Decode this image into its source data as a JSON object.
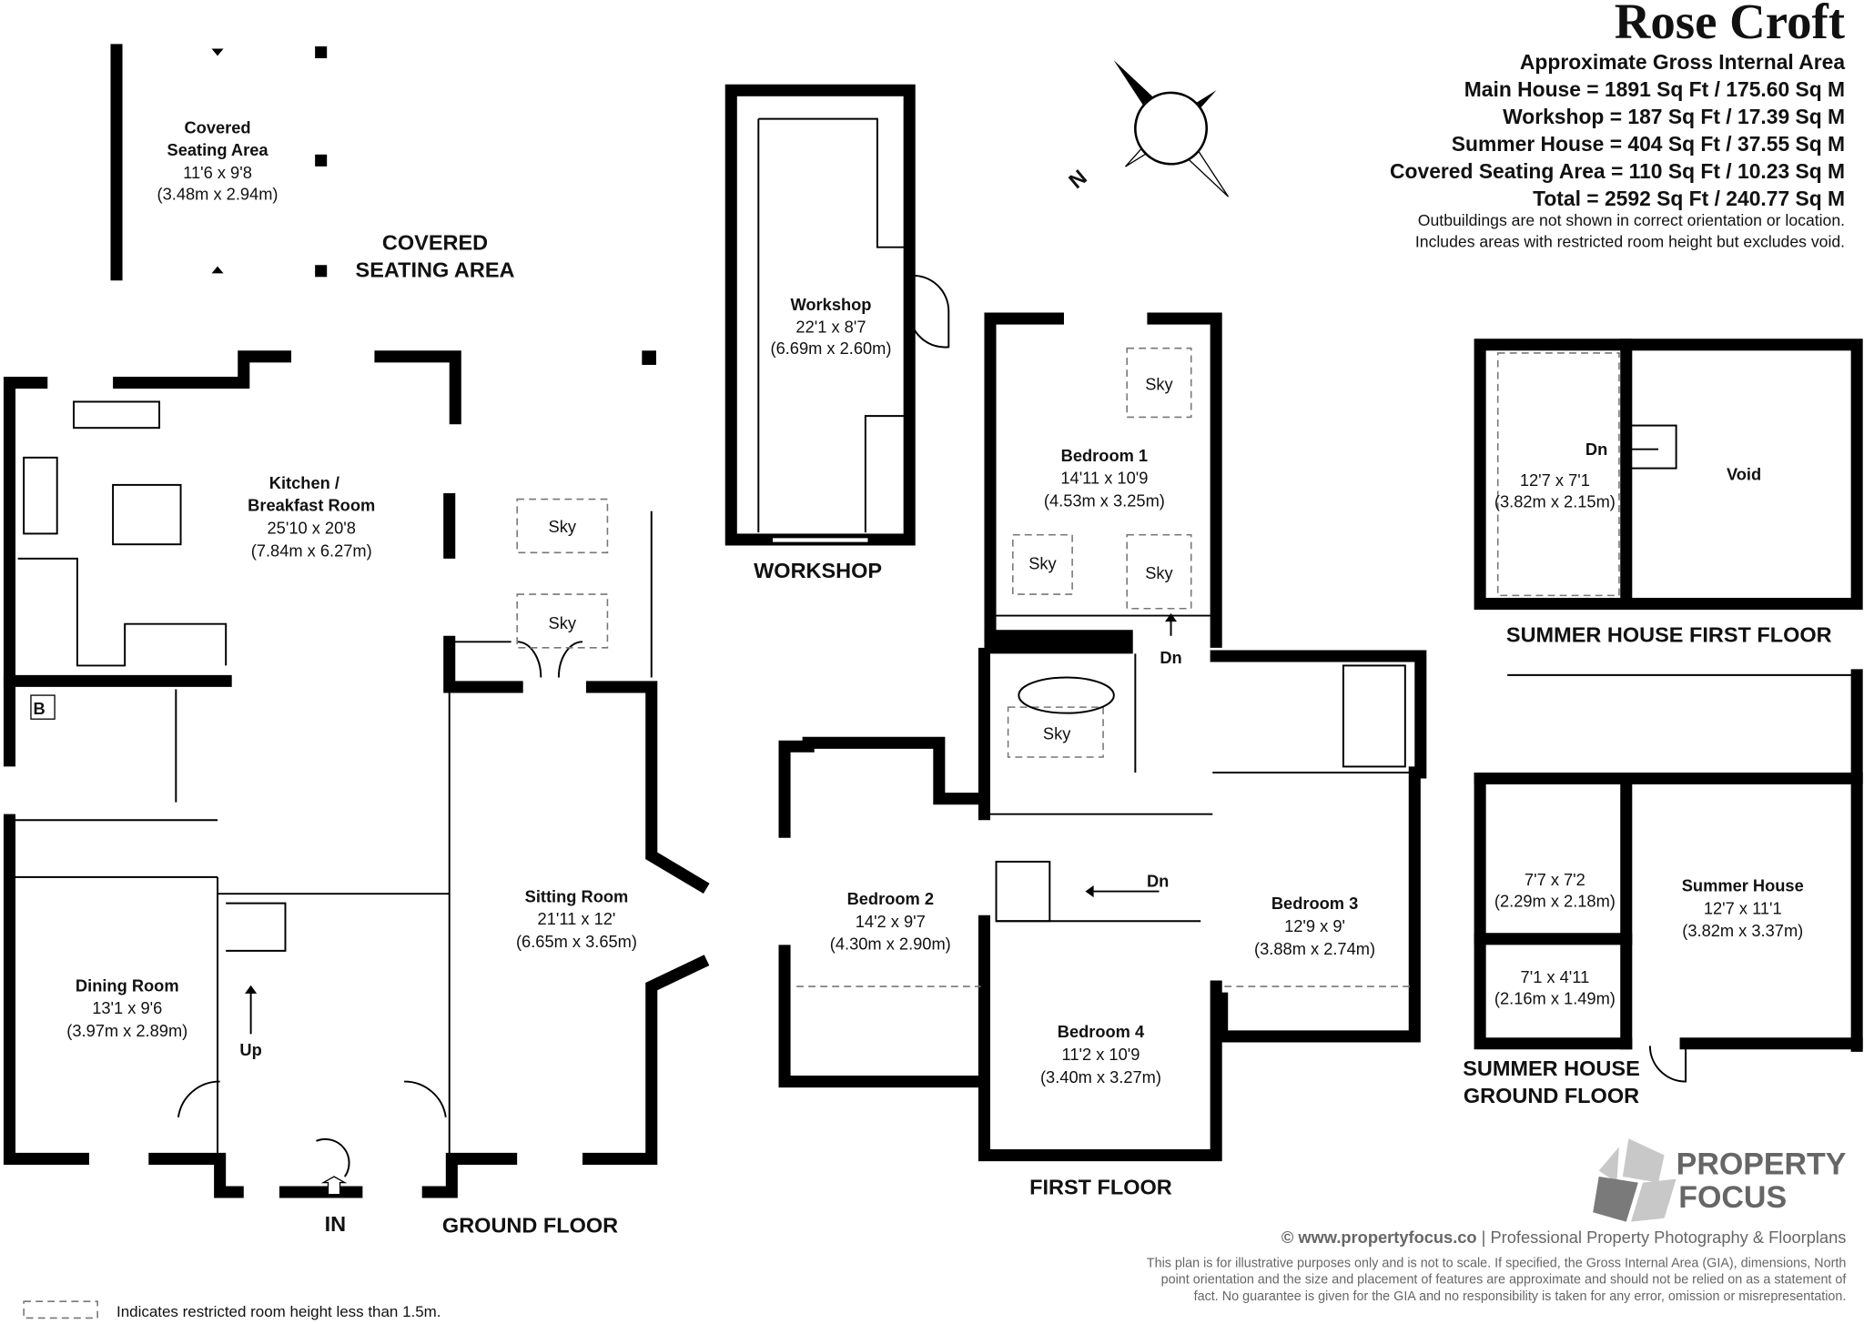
{
  "header": {
    "title": "Rose Croft",
    "subtitle": "Approximate Gross Internal Area",
    "areas": [
      "Main House = 1891 Sq Ft / 175.60 Sq M",
      "Workshop = 187 Sq Ft / 17.39 Sq M",
      "Summer House = 404 Sq Ft / 37.55 Sq M",
      "Covered Seating Area = 110 Sq Ft / 10.23 Sq M",
      "Total = 2592 Sq Ft / 240.77 Sq M"
    ],
    "notes": [
      "Outbuildings are not shown in correct orientation or location.",
      "Includes areas with restricted room height but excludes void."
    ]
  },
  "compass": {
    "label": "N"
  },
  "covered_seating": {
    "room": {
      "name": "Covered",
      "name2": "Seating Area",
      "imperial": "11'6 x 9'8",
      "metric": "(3.48m x 2.94m)"
    },
    "floor_label": [
      "COVERED",
      "SEATING AREA"
    ]
  },
  "workshop": {
    "room": {
      "name": "Workshop",
      "imperial": "22'1 x 8'7",
      "metric": "(6.69m x 2.60m)"
    },
    "floor_label": "WORKSHOP"
  },
  "ground_floor": {
    "floor_label": "GROUND FLOOR",
    "rooms": [
      {
        "name": "Kitchen /",
        "name2": "Breakfast Room",
        "imperial": "25'10 x 20'8",
        "metric": "(7.84m x 6.27m)"
      },
      {
        "name": "Dining Room",
        "imperial": "13'1 x 9'6",
        "metric": "(3.97m x 2.89m)"
      },
      {
        "name": "Sitting Room",
        "imperial": "21'11 x 12'",
        "metric": "(6.65m x 3.65m)"
      }
    ],
    "sky": [
      "Sky",
      "Sky"
    ],
    "boiler": "B",
    "up": "Up",
    "entry": "IN"
  },
  "first_floor": {
    "floor_label": "FIRST FLOOR",
    "rooms": [
      {
        "name": "Bedroom 1",
        "imperial": "14'11 x 10'9",
        "metric": "(4.53m x 3.25m)"
      },
      {
        "name": "Bedroom 2",
        "imperial": "14'2 x 9'7",
        "metric": "(4.30m x 2.90m)"
      },
      {
        "name": "Bedroom 3",
        "imperial": "12'9 x 9'",
        "metric": "(3.88m x 2.74m)"
      },
      {
        "name": "Bedroom 4",
        "imperial": "11'2 x 10'9",
        "metric": "(3.40m x 3.27m)"
      }
    ],
    "sky": [
      "Sky",
      "Sky",
      "Sky",
      "Sky"
    ],
    "down": [
      "Dn",
      "Dn"
    ]
  },
  "summer_house_first": {
    "floor_label": "SUMMER HOUSE FIRST FLOOR",
    "room": {
      "imperial": "12'7 x 7'1",
      "metric": "(3.82m x 2.15m)"
    },
    "down": "Dn",
    "void": "Void"
  },
  "summer_house_ground": {
    "floor_label": [
      "SUMMER HOUSE",
      "GROUND FLOOR"
    ],
    "rooms": [
      {
        "imperial": "7'7 x 7'2",
        "metric": "(2.29m x 2.18m)"
      },
      {
        "imperial": "7'1 x 4'11",
        "metric": "(2.16m x 1.49m)"
      },
      {
        "name": "Summer House",
        "imperial": "12'7 x 11'1",
        "metric": "(3.82m x 3.37m)"
      }
    ]
  },
  "footer": {
    "logo": [
      "PROPERTY",
      "FOCUS"
    ],
    "credit_link": "© www.propertyfocus.co",
    "credit_text": " | Professional Property Photography & Floorplans",
    "disclaimer": [
      "This plan is for illustrative purposes only and is not to scale. If specified, the Gross Internal Area (GIA), dimensions, North",
      "point orientation and the size and placement of features are approximate and should not be relied on as a statement of",
      "fact. No guarantee is given for the GIA and no responsibility is taken for any error, omission or misrepresentation."
    ],
    "legend": "Indicates restricted room height less than 1.5m."
  },
  "colors": {
    "wall": "#000000",
    "logo_light": "#c8c8c8",
    "logo_dark": "#7a7a7a",
    "footer_text": "#666666"
  }
}
